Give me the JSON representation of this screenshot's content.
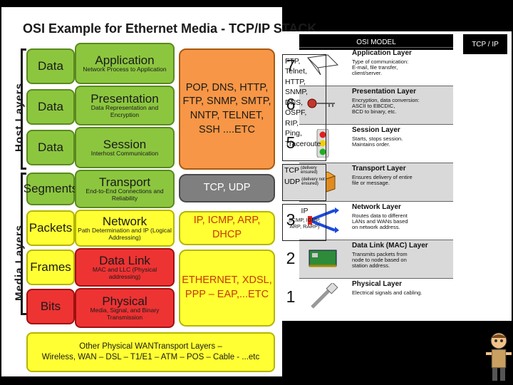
{
  "left": {
    "title": "OSI Example for Ethernet Media - TCP/IP STACK",
    "host_label": "Host Layers",
    "media_label": "Media Layers",
    "layers": [
      {
        "pdu": "Data",
        "name": "Application",
        "desc": "Network Process to Application"
      },
      {
        "pdu": "Data",
        "name": "Presentation",
        "desc": "Data Representation and Encryption"
      },
      {
        "pdu": "Data",
        "name": "Session",
        "desc": "Interhost Communication"
      },
      {
        "pdu": "Segments",
        "name": "Transport",
        "desc": "End-to-End Connections and Reliability"
      },
      {
        "pdu": "Packets",
        "name": "Network",
        "desc": "Path Determination and IP (Logical Addressing)"
      },
      {
        "pdu": "Frames",
        "name": "Data Link",
        "desc": "MAC and LLC (Physical addressing)"
      },
      {
        "pdu": "Bits",
        "name": "Physical",
        "desc": "Media, Signal, and Binary Transmission"
      }
    ],
    "protocols": {
      "application": "POP, DNS, HTTP, FTP, SNMP, SMTP, NNTP, TELNET, SSH ....ETC",
      "transport": "TCP, UDP",
      "network": "IP, ICMP, ARP, DHCP",
      "datalink": "ETHERNET, XDSL, PPP – EAP,...ETC"
    },
    "wan_line1": "Other Physical WANTransport Layers –",
    "wan_line2": "Wireless, WAN – DSL – T1/E1 – ATM – POS – Cable - ...etc"
  },
  "right": {
    "osi_header": "OSI MODEL",
    "tcp_header": "TCP / IP",
    "rows": [
      {
        "num": "7",
        "name": "Application Layer",
        "desc": "Type of communication:\nE-mail, file transfer,\nclient/server."
      },
      {
        "num": "6",
        "name": "Presentation Layer",
        "desc": "Encryption, data conversion:\nASCII to EBCDIC,\nBCD to binary, etc."
      },
      {
        "num": "5",
        "name": "Session Layer",
        "desc": "Starts, stops session.\nMaintains order."
      },
      {
        "num": "4",
        "name": "Transport Layer",
        "desc": "Ensures delivery of entire\nfile or message."
      },
      {
        "num": "3",
        "name": "Network Layer",
        "desc": "Routes data to different\nLANs and WANs based\non network address."
      },
      {
        "num": "2",
        "name": "Data Link (MAC) Layer",
        "desc": "Transmits packets from\nnode to node based on\nstation address."
      },
      {
        "num": "1",
        "name": "Physical Layer",
        "desc": "Electrical signals and cabling."
      }
    ],
    "tcp_app": "FTP,\nTelnet,\nHTTP,\nSNMP,\nDNS,\nOSPF,\nRIP,\nPing,\nTraceroute",
    "tcp_tcp": "TCP",
    "tcp_tcp_note": "(delivery ensured)",
    "tcp_udp": "UDP",
    "tcp_udp_note": "(delivery not ensured)",
    "tcp_ip": "IP",
    "tcp_ip_note": "(ICMP, IGMP, ARP, RARP)"
  },
  "colors": {
    "green": "#8cc63f",
    "yellow": "#ffff33",
    "red": "#ee3333",
    "orange": "#f79646",
    "gray": "#7f7f7f"
  }
}
